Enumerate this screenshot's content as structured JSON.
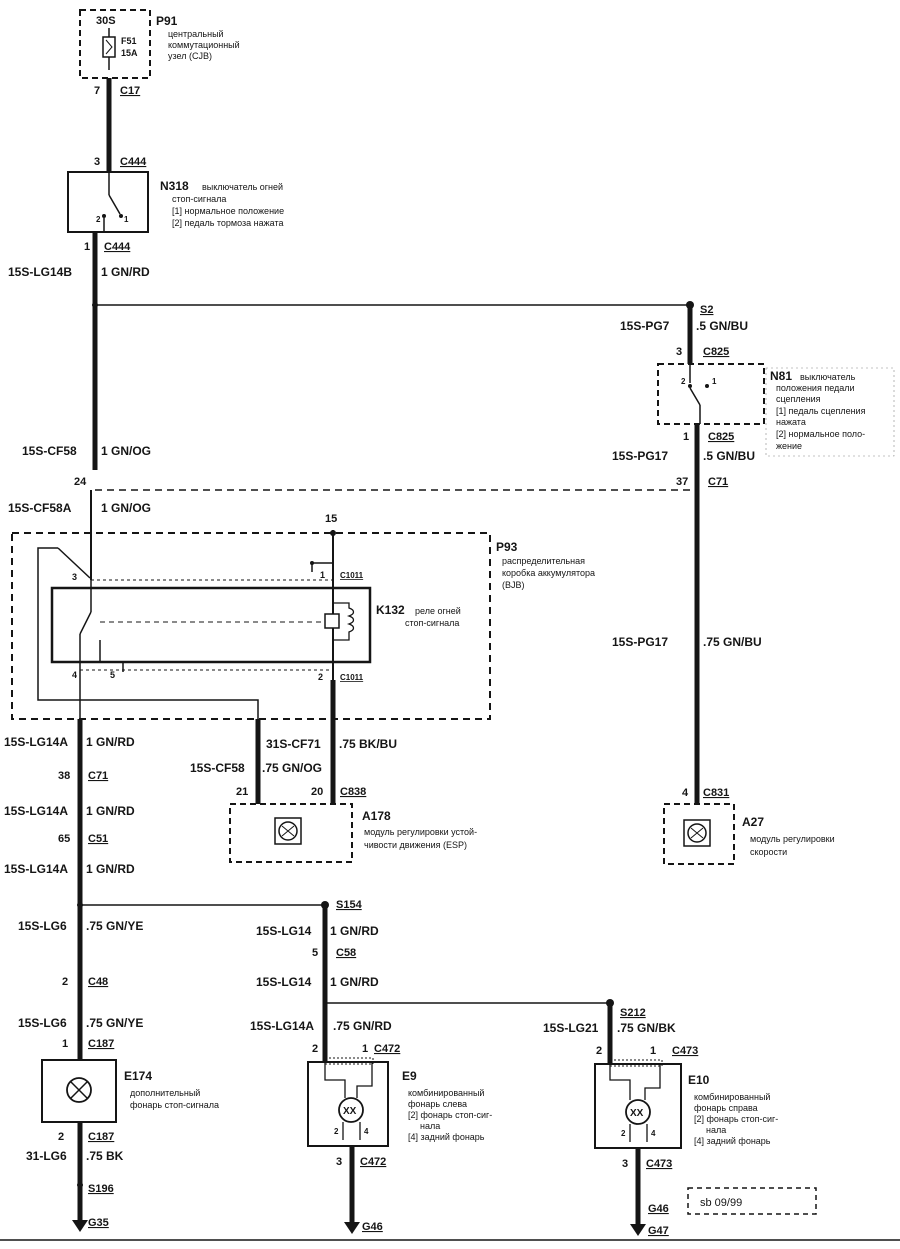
{
  "components": {
    "p91": {
      "ref": "P91",
      "desc": [
        "центральный",
        "коммутационный",
        "узел (CJB)"
      ],
      "inner_top": "30S",
      "fuse": "F51",
      "fuse_rating": "15A"
    },
    "n318": {
      "ref": "N318",
      "desc": [
        "выключатель огней",
        "стоп-сигнала",
        "[1] нормальное положение",
        "[2] педаль тормоза нажата"
      ]
    },
    "n81": {
      "ref": "N81",
      "desc": [
        "выключатель",
        "положения педали",
        "сцепления",
        "[1] педаль сцепления",
        "нажата",
        "[2] нормальное поло-",
        "жение"
      ]
    },
    "p93": {
      "ref": "P93",
      "desc": [
        "распределительная",
        "коробка аккумулятора",
        "(BJB)"
      ]
    },
    "k132": {
      "ref": "K132",
      "desc": [
        "реле огней",
        "стоп-сигнала"
      ]
    },
    "a178": {
      "ref": "A178",
      "desc": [
        "модуль регулировки устой-",
        "чивости движения (ESP)"
      ]
    },
    "a27": {
      "ref": "A27",
      "desc": [
        "модуль регулировки",
        "скорости"
      ]
    },
    "e174": {
      "ref": "E174",
      "desc": [
        "дополнительный",
        "фонарь стоп-сигнала"
      ]
    },
    "e9": {
      "ref": "E9",
      "desc": [
        "комбинированный",
        "фонарь слева",
        "[2] фонарь стоп-сиг-",
        "нала",
        "[4] задний фонарь"
      ]
    },
    "e10": {
      "ref": "E10",
      "desc": [
        "комбинированный",
        "фонарь справа",
        "[2] фонарь стоп-сиг-",
        "нала",
        "[4] задний фонарь"
      ]
    }
  },
  "wires": {
    "w1a": "15S-LG14B",
    "w1b": "1 GN/RD",
    "w2a": "15S-PG7",
    "w2b": ".5 GN/BU",
    "w3a": "15S-CF58",
    "w3b": "1 GN/OG",
    "w4a": "15S-PG17",
    "w4b": ".5 GN/BU",
    "w5a": "15S-CF58A",
    "w5b": "1 GN/OG",
    "w6a": "15S-PG17",
    "w6b": ".75 GN/BU",
    "w7a": "15S-LG14A",
    "w7b": "1 GN/RD",
    "w8a": "31S-CF71",
    "w8b": ".75 BK/BU",
    "w9a": "15S-CF58",
    "w9b": ".75 GN/OG",
    "w10a": "15S-LG14A",
    "w10b": "1 GN/RD",
    "w11a": "15S-LG14A",
    "w11b": "1 GN/RD",
    "w12a": "15S-LG6",
    "w12b": ".75 GN/YE",
    "w13a": "15S-LG14",
    "w13b": "1 GN/RD",
    "w14a": "15S-LG14",
    "w14b": "1 GN/RD",
    "w15a": "15S-LG6",
    "w15b": ".75 GN/YE",
    "w16a": "15S-LG14A",
    "w16b": ".75 GN/RD",
    "w17a": "15S-LG21",
    "w17b": ".75 GN/BK",
    "w18a": "31-LG6",
    "w18b": ".75 BK"
  },
  "connectors": {
    "c17": "C17",
    "c444a": "C444",
    "c444b": "C444",
    "s2": "S2",
    "c825a": "C825",
    "c825b": "C825",
    "c71a": "C71",
    "c71b": "C71",
    "c1011a": "C1011",
    "c1011b": "C1011",
    "c838": "C838",
    "c831": "C831",
    "c51": "C51",
    "s154": "S154",
    "c58": "C58",
    "c48": "C48",
    "s212": "S212",
    "c187a": "C187",
    "c472a": "C472",
    "c473a": "C473",
    "c187b": "C187",
    "c472b": "C472",
    "c473b": "C473",
    "s196": "S196",
    "g35": "G35",
    "g46a": "G46",
    "g46b": "G46",
    "g47": "G47"
  },
  "pins": {
    "p7": "7",
    "p3": "3",
    "p1": "1",
    "p3b": "3",
    "p1b": "1",
    "p24": "24",
    "p37": "37",
    "p15": "15",
    "k3": "3",
    "k1": "1",
    "k4": "4",
    "k5": "5",
    "k2": "2",
    "p38": "38",
    "p65": "65",
    "p21": "21",
    "p20": "20",
    "p4": "4",
    "p5": "5",
    "p2": "2",
    "p1c": "1",
    "e9_2": "2",
    "e9_1": "1",
    "e10_2": "2",
    "e10_1": "1",
    "e174_2": "2",
    "e9_3": "3",
    "e10_3": "3",
    "n318_2": "2",
    "n318_1": "1",
    "n81_2": "2",
    "n81_1": "1",
    "e9_in2": "2",
    "e9_in4": "4",
    "e10_in2": "2",
    "e10_in4": "4"
  },
  "note": "sb 09/99"
}
